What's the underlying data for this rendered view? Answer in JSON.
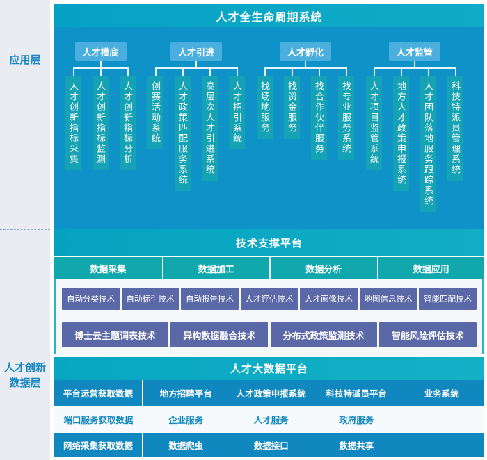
{
  "sidebar": {
    "app_label": "应用层",
    "data_label_line1": "人才创新",
    "data_label_line2": "数据层"
  },
  "app_layer": {
    "title": "人才全生命周期系统",
    "groups": [
      {
        "label": "人才摸底",
        "children": [
          "人才创新指标采集",
          "人才创新指标监测",
          "人才创新指标分析"
        ]
      },
      {
        "label": "人才引进",
        "children": [
          "创赛活动系统",
          "人才政策匹配服务系统",
          "高层次人才引进系统",
          "人才招引系统"
        ]
      },
      {
        "label": "人才孵化",
        "children": [
          "找场地服务",
          "找资金服务",
          "找合作伙伴服务",
          "找专业服务系统"
        ]
      },
      {
        "label": "人才监管",
        "children": [
          "人才项目监管系统",
          "地方人才政策申报系统",
          "人才团队落地服务跟踪系统",
          "科技特派员管理系统"
        ]
      }
    ]
  },
  "tech_platform": {
    "title": "技术支撑平台",
    "columns": [
      "数据采集",
      "数据加工",
      "数据分析",
      "数据应用"
    ],
    "tech_row1": [
      "自动分类技术",
      "自动标引技术",
      "自动报告技术",
      "人才评估技术",
      "人才画像技术",
      "地图信息技术",
      "智能匹配技术"
    ],
    "tech_row2": [
      "博士云主题词表技术",
      "异构数据融合技术",
      "分布式政策监测技术",
      "智能风险评估技术"
    ]
  },
  "big_data_platform": {
    "title": "人才大数据平台",
    "rows": [
      {
        "label": "平台运营获取数据",
        "items": [
          "地方招聘平台",
          "人才政策申报系统",
          "科技特派员平台",
          "业务系统"
        ]
      },
      {
        "label": "端口服务获取数据",
        "items": [
          "企业服务",
          "人才服务",
          "政府服务"
        ]
      },
      {
        "label": "网络采集获取数据",
        "items": [
          "数据爬虫",
          "数据接口",
          "数据共享"
        ]
      }
    ]
  },
  "colors": {
    "header_teal": "#0aa5c4",
    "app_blue": "#0e92c8",
    "category_blue": "#4aaede",
    "child_teal": "#14a2b4",
    "columns_teal": "#10a8ac",
    "tech_purple": "#5a68a8",
    "data_row_blue": "#1187bf",
    "sidebar_bg": "#e9edf3",
    "sidebar_text": "#1a86c0"
  }
}
